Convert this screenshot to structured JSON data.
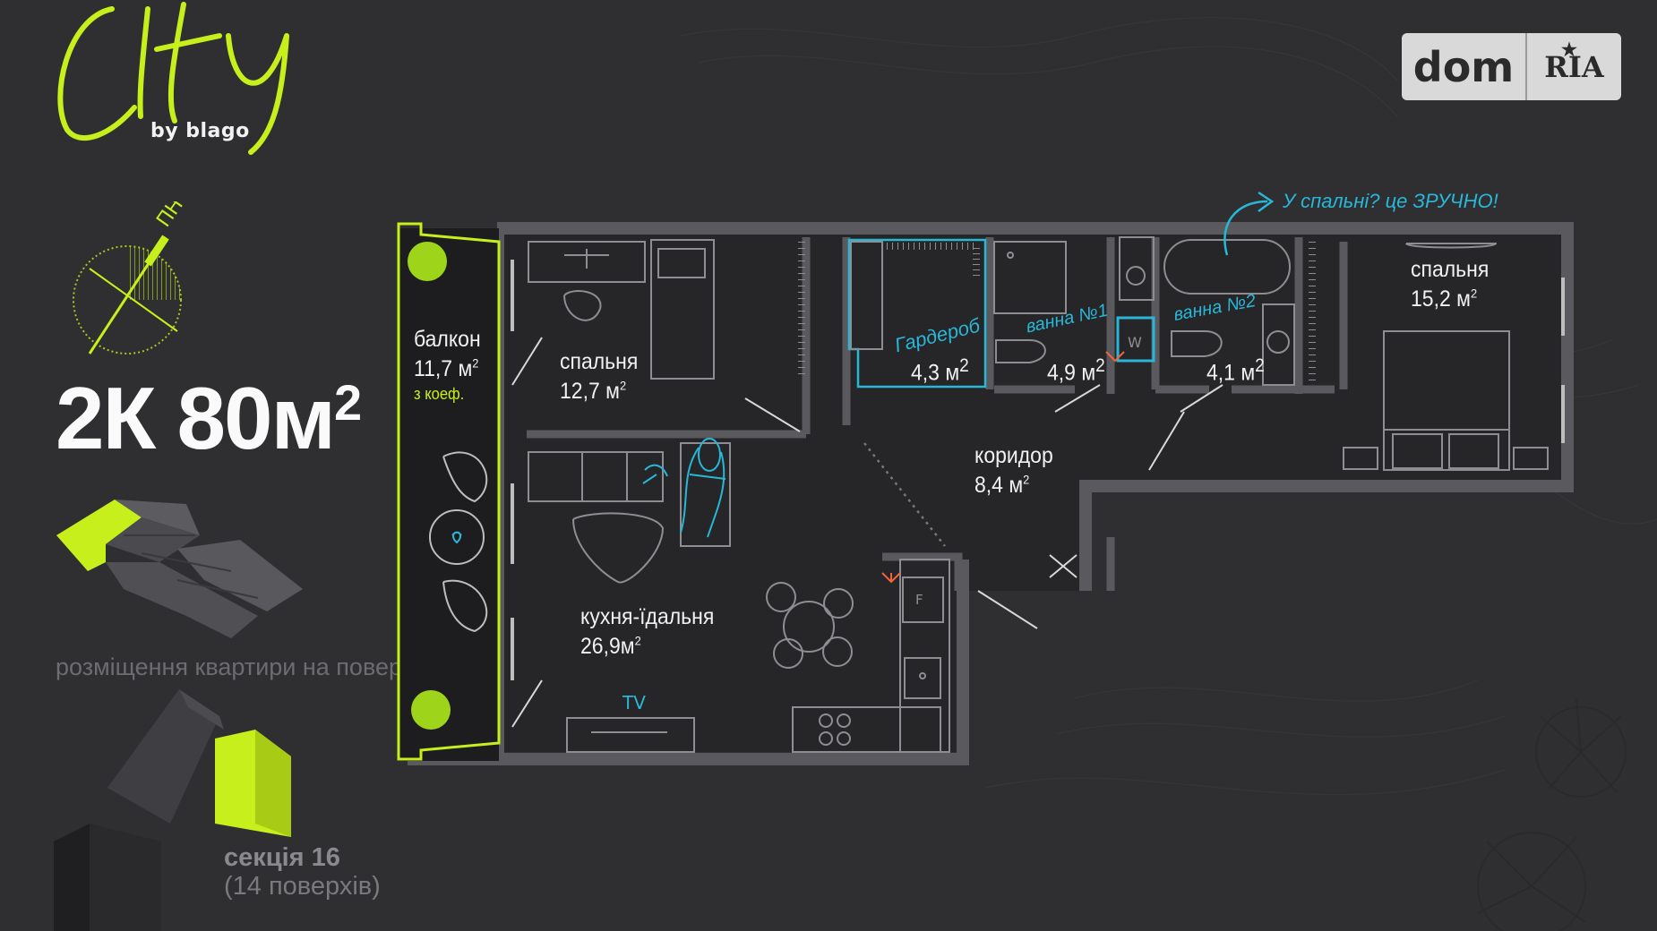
{
  "brand": {
    "logo_text": "City",
    "by_line": "by blago"
  },
  "compass": {
    "direction_label": "ПН"
  },
  "apartment": {
    "title": "2К 80м",
    "title_sup": "2"
  },
  "floor_placement_label": "розміщення квартири на поверсі",
  "section": {
    "name": "секція 16",
    "floors": "(14 поверхів)"
  },
  "watermark": {
    "dom": "dom",
    "ria": "RIA"
  },
  "annotation": {
    "bedroom_hint": "У спальні? це ЗРУЧНО!"
  },
  "rooms": {
    "balcony": {
      "name": "балкон",
      "area": "11,7 м",
      "coef": "з коеф."
    },
    "bedroom1": {
      "name": "спальня",
      "area": "12,7 м"
    },
    "wardrobe": {
      "name": "Гардероб",
      "area": "4,3 м"
    },
    "bath1": {
      "name": "ванна №1",
      "area": "4,9 м"
    },
    "bath2": {
      "name": "ванна №2",
      "area": "4,1 м"
    },
    "bedroom2": {
      "name": "спальня",
      "area": "15,2 м"
    },
    "corridor": {
      "name": "коридор",
      "area": "8,4 м"
    },
    "kitchen": {
      "name": "кухня-їдальня",
      "area": "26,9м"
    },
    "sup": "2"
  },
  "furniture": {
    "tv_label": "TV",
    "washer_label": "W",
    "fridge_label": "F"
  },
  "colors": {
    "background": "#2f2f31",
    "wall": "#5a5a5e",
    "accent_green": "#c6ef1c",
    "accent_cyan": "#29b7d8",
    "accent_orange": "#f2643a"
  }
}
